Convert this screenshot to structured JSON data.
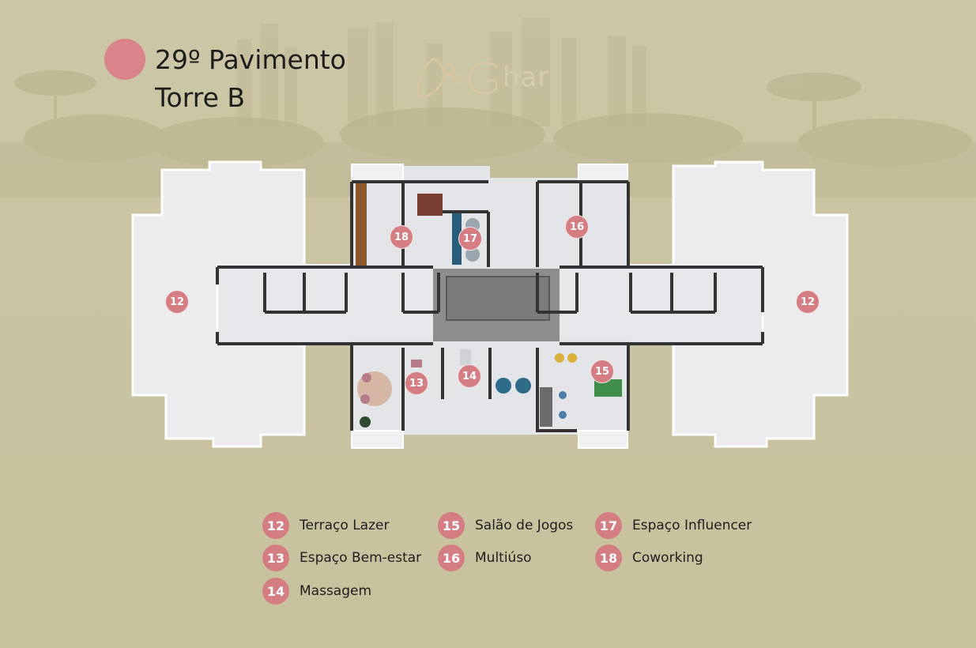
{
  "header": {
    "title_line1": "29º Pavimento",
    "title_line2": "Torre B",
    "accent_color": "#d9848a"
  },
  "brand": {
    "logo_text": "har",
    "logo_icon": "lion-key-g-logo"
  },
  "plan_markers": [
    "12",
    "12",
    "13",
    "14",
    "15",
    "16",
    "17",
    "18"
  ],
  "legend": [
    {
      "number": "12",
      "label": "Terraço Lazer"
    },
    {
      "number": "13",
      "label": "Espaço Bem-estar"
    },
    {
      "number": "14",
      "label": "Massagem"
    },
    {
      "number": "15",
      "label": "Salão de Jogos"
    },
    {
      "number": "16",
      "label": "Multiúso"
    },
    {
      "number": "17",
      "label": "Espaço Influencer"
    },
    {
      "number": "18",
      "label": "Coworking"
    }
  ],
  "colors": {
    "background": "#c9c4a2",
    "floor": "#ecedef",
    "wall": "#3a3a3a",
    "core": "#8a8a8a",
    "marker": "#d47d83"
  }
}
